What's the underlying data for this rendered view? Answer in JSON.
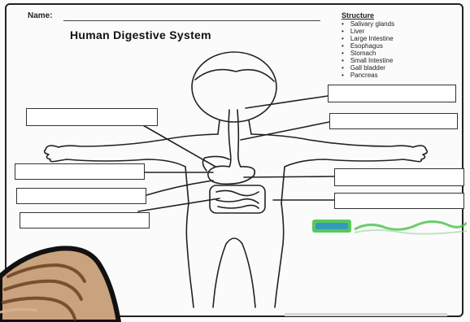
{
  "worksheet": {
    "name_label": "Name:",
    "title": "Human Digestive System",
    "structures_heading": "Structure",
    "structures": [
      "Salivary glands",
      "Liver",
      "Large Intestine",
      "Esophagus",
      "Stomach",
      "Small Intestine",
      "Gall bladder",
      "Pancreas"
    ]
  },
  "colors": {
    "outline": "#222222",
    "logo_green": "#3bbf3b",
    "logo_blue": "#2a8fd8",
    "cartoon_skin": "#c9a27e",
    "cartoon_outline": "#111111"
  }
}
